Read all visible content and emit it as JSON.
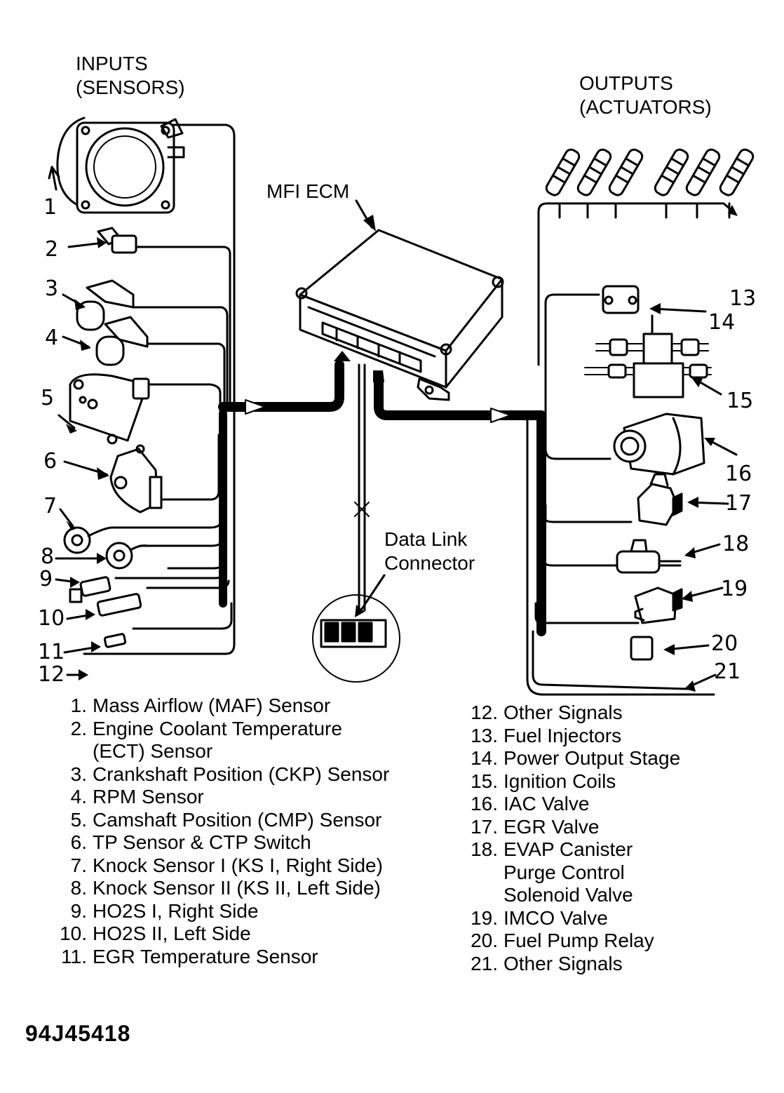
{
  "headings": {
    "inputs_line1": "INPUTS",
    "inputs_line2": "(SENSORS)",
    "outputs_line1": "OUTPUTS",
    "outputs_line2": "(ACTUATORS)",
    "ecm": "MFI ECM",
    "dlc_line1": "Data Link",
    "dlc_line2": "Connector"
  },
  "callouts_left": [
    "1",
    "2",
    "3",
    "4",
    "5",
    "6",
    "7",
    "8",
    "9",
    "10",
    "11",
    "12"
  ],
  "callouts_right": [
    "13",
    "14",
    "15",
    "16",
    "17",
    "18",
    "19",
    "20",
    "21"
  ],
  "legend_left": [
    {
      "n": "1.",
      "text": "Mass Airflow (MAF) Sensor"
    },
    {
      "n": "2.",
      "text": "Engine Coolant Temperature"
    },
    {
      "n": "",
      "text": "(ECT) Sensor"
    },
    {
      "n": "3.",
      "text": "Crankshaft Position (CKP) Sensor"
    },
    {
      "n": "4.",
      "text": "RPM Sensor"
    },
    {
      "n": "5.",
      "text": "Camshaft Position (CMP) Sensor"
    },
    {
      "n": "6.",
      "text": "TP Sensor & CTP Switch"
    },
    {
      "n": "7.",
      "text": "Knock Sensor I (KS I, Right Side)"
    },
    {
      "n": "8.",
      "text": "Knock Sensor II (KS II, Left Side)"
    },
    {
      "n": "9.",
      "text": "HO2S I, Right Side"
    },
    {
      "n": "10.",
      "text": "HO2S II, Left Side"
    },
    {
      "n": "11.",
      "text": "EGR Temperature Sensor"
    }
  ],
  "legend_right": [
    {
      "n": "12.",
      "text": "Other Signals"
    },
    {
      "n": "13.",
      "text": "Fuel Injectors"
    },
    {
      "n": "14.",
      "text": "Power Output Stage"
    },
    {
      "n": "15.",
      "text": "Ignition Coils"
    },
    {
      "n": "16.",
      "text": "IAC Valve"
    },
    {
      "n": "17.",
      "text": "EGR Valve"
    },
    {
      "n": "18.",
      "text": "EVAP Canister"
    },
    {
      "n": "",
      "text": "Purge Control"
    },
    {
      "n": "",
      "text": "Solenoid Valve"
    },
    {
      "n": "19.",
      "text": "IMCO Valve"
    },
    {
      "n": "20.",
      "text": "Fuel Pump Relay"
    },
    {
      "n": "21.",
      "text": "Other Signals"
    }
  ],
  "figure_id": "94J45418"
}
